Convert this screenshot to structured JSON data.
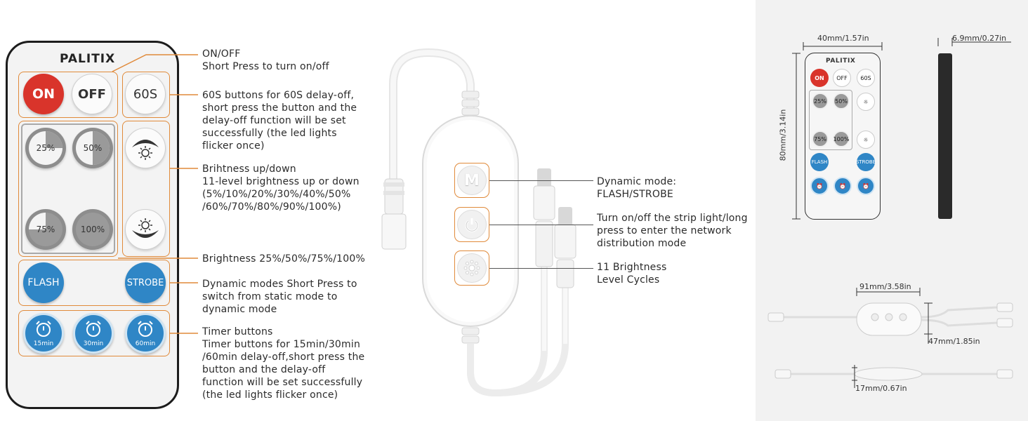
{
  "remote": {
    "brand": "PALITIX",
    "on_label": "ON",
    "off_label": "OFF",
    "delay_label": "60S",
    "brightness_levels": [
      "25%",
      "50%",
      "75%",
      "100%"
    ],
    "brightness_fractions": [
      0.25,
      0.5,
      0.75,
      1.0
    ],
    "flash_label": "FLASH",
    "strobe_label": "STROBE",
    "timers": [
      "15min",
      "30min",
      "60min"
    ]
  },
  "annotations": {
    "onoff_title": "ON/OFF",
    "onoff_desc": "Short Press to turn on/off",
    "delay": "60S buttons for 60S delay-off,\nshort press the button and the\ndelay-off function will be set\nsuccessfully (the led lights\nflicker once)",
    "updown": "Brihtness up/down\n11-level brightness up or down\n(5%/10%/20%/30%/40%/50%\n/60%/70%/80%/90%/100%)",
    "brightness": "Brightness 25%/50%/75%/100%",
    "dynamic": "Dynamic modes Short Press to\nswitch from static mode to\ndynamic mode",
    "timer": "Timer buttons\nTimer buttons for 15min/30min\n/60min delay-off,short press the\nbutton and the delay-off\nfunction will be set successfully\n(the led lights flicker once)"
  },
  "controller": {
    "m_label": "M",
    "mode_annot": "Dynamic mode:\nFLASH/STROBE",
    "power_annot": "Turn on/off the strip light/long\npress to enter the network\ndistribution mode",
    "level_annot": "11 Brightness\nLevel Cycles"
  },
  "dimensions": {
    "remote_width": "40mm/1.57in",
    "remote_thickness": "6.9mm/0.27in",
    "remote_height": "80mm/3.14in",
    "controller_length": "91mm/3.58in",
    "controller_width": "47mm/1.85in",
    "controller_thickness": "17mm/0.67in",
    "mini_on": "ON",
    "mini_off": "OFF",
    "mini_delay": "60S",
    "mini_levels": [
      "25%",
      "50%",
      "75%",
      "100%"
    ],
    "mini_flash": "FLASH",
    "mini_strobe": "STROBE"
  },
  "colors": {
    "accent": "#e08a3a",
    "on_red": "#d9342b",
    "blue": "#2f86c6",
    "grey": "#8d8d8d"
  }
}
